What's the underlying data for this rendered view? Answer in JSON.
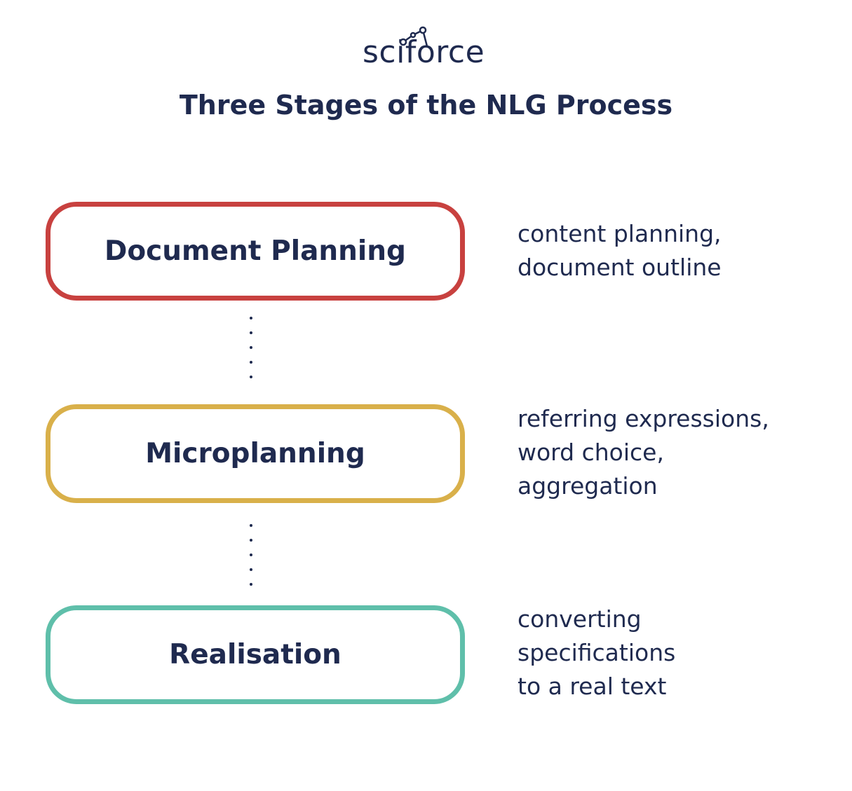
{
  "logo": {
    "text": "sciforce",
    "icon": "network-nodes-icon"
  },
  "title": "Three Stages of the NLG Process",
  "stages": [
    {
      "label": "Document Planning",
      "color": "#c8413f",
      "description": [
        "content planning,",
        "document outline"
      ]
    },
    {
      "label": "Microplanning",
      "color": "#d9b04a",
      "description": [
        "referring expressions,",
        "word choice,",
        "aggregation"
      ]
    },
    {
      "label": "Realisation",
      "color": "#5fbfaa",
      "description": [
        "converting",
        "specifications",
        "to a real text"
      ]
    }
  ],
  "colors": {
    "text": "#1f2a4f",
    "background": "#ffffff"
  }
}
